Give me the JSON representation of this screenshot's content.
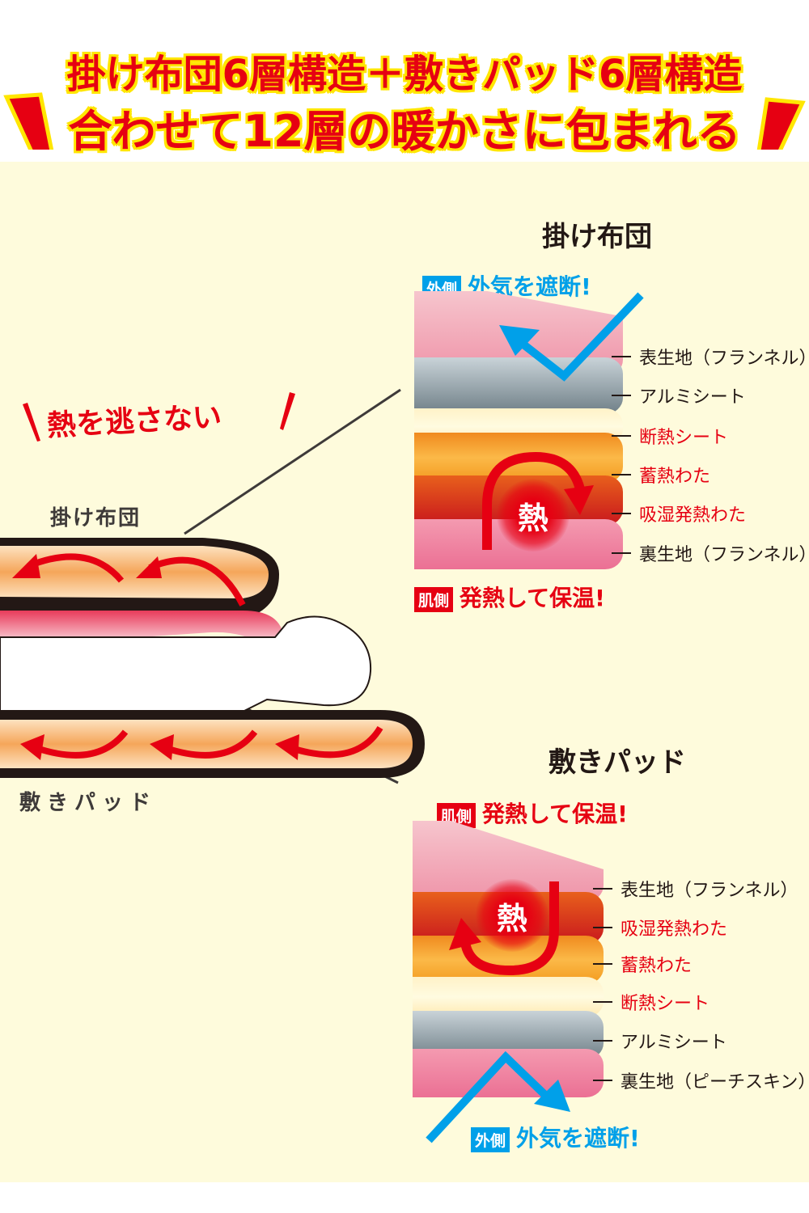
{
  "headline": {
    "line1": "掛け布団6層構造＋敷きパッド6層構造",
    "line2": "合わせて12層の暖かさに包まれる"
  },
  "slogan": "熱を逃さない",
  "illustration": {
    "comforter_label": "掛け布団",
    "pad_label": "敷きパッド"
  },
  "comforter": {
    "title": "掛け布団",
    "outer_tag": "外側",
    "outer_text": "外気を遮断!",
    "inner_tag": "肌側",
    "inner_text": "発熱して保温!",
    "heat_label": "熱",
    "layers": [
      {
        "name": "表生地（フランネル）",
        "color": "#231815"
      },
      {
        "name": "アルミシート",
        "color": "#231815"
      },
      {
        "name": "断熱シート",
        "color": "#e60012"
      },
      {
        "name": "蓄熱わた",
        "color": "#e60012"
      },
      {
        "name": "吸湿発熱わた",
        "color": "#e60012"
      },
      {
        "name": "裏生地（フランネル）",
        "color": "#231815"
      }
    ]
  },
  "pad": {
    "title": "敷きパッド",
    "inner_tag": "肌側",
    "inner_text": "発熱して保温!",
    "outer_tag": "外側",
    "outer_text": "外気を遮断!",
    "heat_label": "熱",
    "layers": [
      {
        "name": "表生地（フランネル）",
        "color": "#231815"
      },
      {
        "name": "吸湿発熱わた",
        "color": "#e60012"
      },
      {
        "name": "蓄熱わた",
        "color": "#e60012"
      },
      {
        "name": "断熱シート",
        "color": "#e60012"
      },
      {
        "name": "アルミシート",
        "color": "#231815"
      },
      {
        "name": "裏生地（ピーチスキン）",
        "color": "#231815"
      }
    ]
  },
  "colors": {
    "red": "#e60012",
    "blue": "#00a0e9",
    "yellow": "#ffe600",
    "cream": "#fefbdc"
  }
}
